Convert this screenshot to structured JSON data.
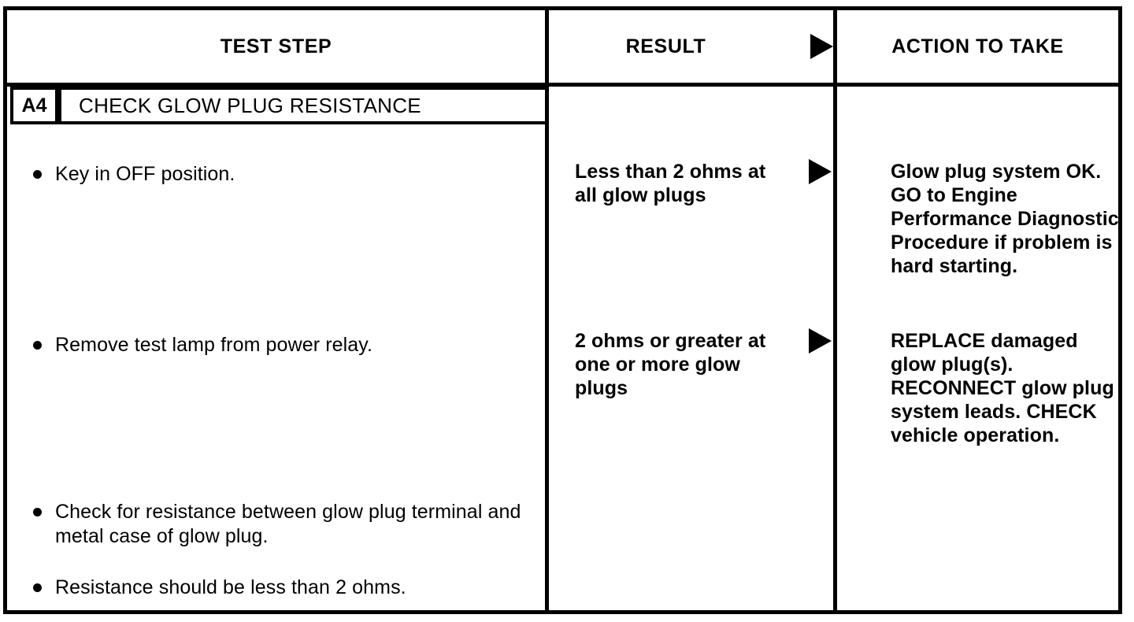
{
  "document": {
    "type": "diagnostic-procedure-table",
    "columns": {
      "test_step": "TEST STEP",
      "result": "RESULT",
      "action": "ACTION TO TAKE"
    },
    "header_marker_icon": "right-triangle-icon"
  },
  "step": {
    "code": "A4",
    "title": "CHECK GLOW PLUG RESISTANCE",
    "bullets": [
      "Key in OFF position.",
      "Remove test lamp from power relay.",
      "Check for resistance between glow plug terminal and metal case of glow plug.",
      "Resistance should be less than 2 ohms."
    ]
  },
  "rows": [
    {
      "result": "Less than 2 ohms at all glow plugs",
      "marker_icon": "right-triangle-icon",
      "action": "Glow plug system OK. GO to Engine Performance Diagnostic Procedure if problem is hard starting."
    },
    {
      "result": "2 ohms or greater at one or more glow plugs",
      "marker_icon": "right-triangle-icon",
      "action": "REPLACE damaged glow plug(s). RECONNECT glow plug system leads. CHECK vehicle operation."
    }
  ],
  "colors": {
    "ink": "#000000",
    "paper": "#ffffff"
  }
}
